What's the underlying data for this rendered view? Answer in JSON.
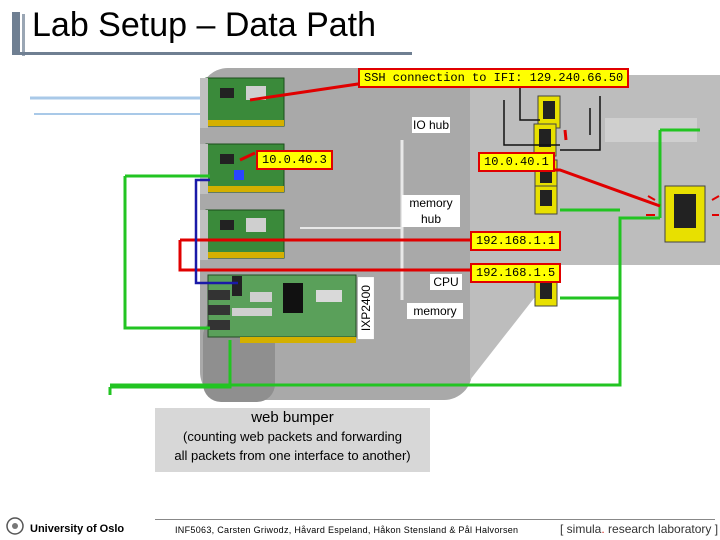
{
  "title": "Lab Setup – Data Path",
  "labels": {
    "ssh": "SSH connection to IFI: 129.240.66.50",
    "io_hub": "IO hub",
    "ip_host": "10.0.40.3",
    "ip_outer": "10.0.40.1",
    "memory_hub": "memory hub",
    "ip_if1": "192.168.1.1",
    "ip_if5": "192.168.1.5",
    "cpu": "CPU",
    "memory": "memory",
    "ixp": "IXP2400"
  },
  "caption": {
    "title": "web bumper",
    "line1": "(counting web packets and forwarding",
    "line2": "all packets from one interface to another)"
  },
  "footer": {
    "university": "University of Oslo",
    "authors": "INF5063, Carsten Griwodz, Håvard Espeland, Håkon Stensland & Pål Halvorsen",
    "simula_prefix": "[ simula",
    "simula_dot": ".",
    "simula_suffix": " research laboratory ]"
  },
  "colors": {
    "red_link": "#e00000",
    "green_link": "#22c422",
    "blue_link": "#1a1aa8",
    "box_gray": "#a9a9a9",
    "label_fill": "#ffff00"
  }
}
